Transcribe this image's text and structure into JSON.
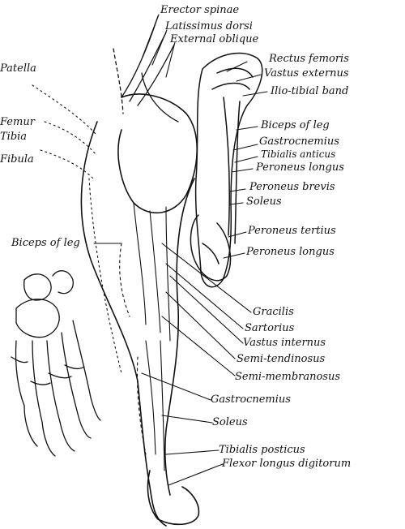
{
  "labels": {
    "erector_spinae": "Erector spinae",
    "latissimus_dorsi": "Latissimus dorsi",
    "external_oblique": "External oblique",
    "patella": "Patella",
    "femur": "Femur",
    "tibia": "Tibia",
    "fibula": "Fibula",
    "rectus_femoris": "Rectus femoris",
    "vastus_externus": "Vastus externus",
    "ilio_tibial_band": "Ilio-tibial band",
    "biceps_of_leg_right": "Biceps of leg",
    "gastrocnemius_upper": "Gastrocnemius",
    "tibialis_anticus": "Tibialis anticus",
    "peroneus_longus_upper": "Peroneus longus",
    "peroneus_brevis": "Peroneus brevis",
    "soleus_upper": "Soleus",
    "peroneus_tertius": "Peroneus tertius",
    "peroneus_longus_lower": "Peroneus longus",
    "biceps_of_leg_left": "Biceps of leg",
    "gracilis": "Gracilis",
    "sartorius": "Sartorius",
    "vastus_internus": "Vastus internus",
    "semi_tendinosus": "Semi-tendinosus",
    "semi_membranosus": "Semi-membranosus",
    "gastrocnemius_lower": "Gastrocnemius",
    "soleus_lower": "Soleus",
    "tibialis_posticus": "Tibialis posticus",
    "flexor_longus_digitorum": "Flexor longus digitorum"
  },
  "colors": {
    "ink": "#111111",
    "background": "#ffffff"
  }
}
